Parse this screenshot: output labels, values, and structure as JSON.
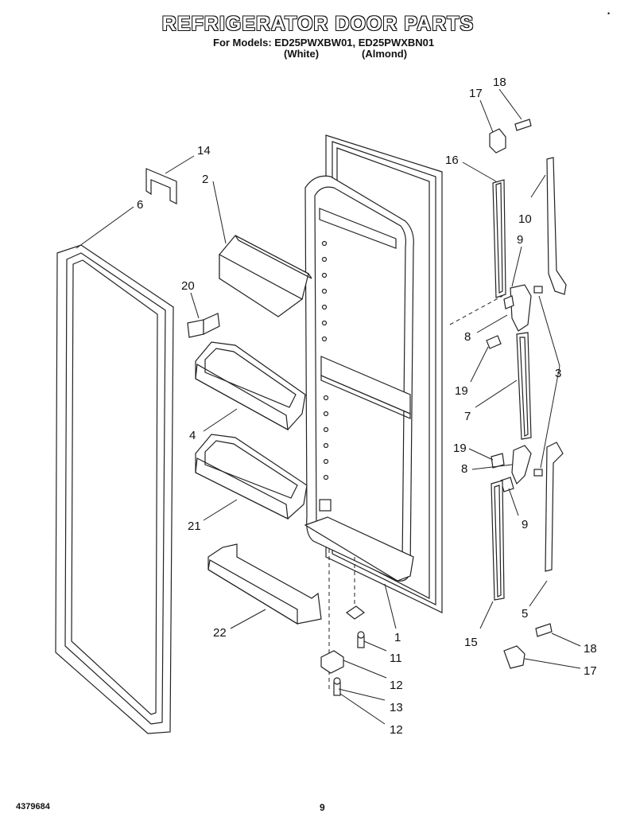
{
  "header": {
    "title": "REFRIGERATOR DOOR PARTS",
    "models": "For Models: ED25PWXBW01, ED25PWXBN01",
    "white": "(White)",
    "almond": "(Almond)"
  },
  "footer": {
    "doc_number": "4379684",
    "page_number": "9"
  },
  "corner_mark": "•",
  "callouts": {
    "c17a": "17",
    "c18a": "18",
    "c16": "16",
    "c10": "10",
    "c9a": "9",
    "c8a": "8",
    "c3": "3",
    "c19a": "19",
    "c7": "7",
    "c19b": "19",
    "c8b": "8",
    "c9b": "9",
    "c5": "5",
    "c15": "15",
    "c18b": "18",
    "c17b": "17",
    "c14": "14",
    "c2": "2",
    "c6": "6",
    "c20": "20",
    "c4": "4",
    "c21": "21",
    "c22": "22",
    "c1": "1",
    "c11": "11",
    "c12a": "12",
    "c13": "13",
    "c12b": "12"
  }
}
